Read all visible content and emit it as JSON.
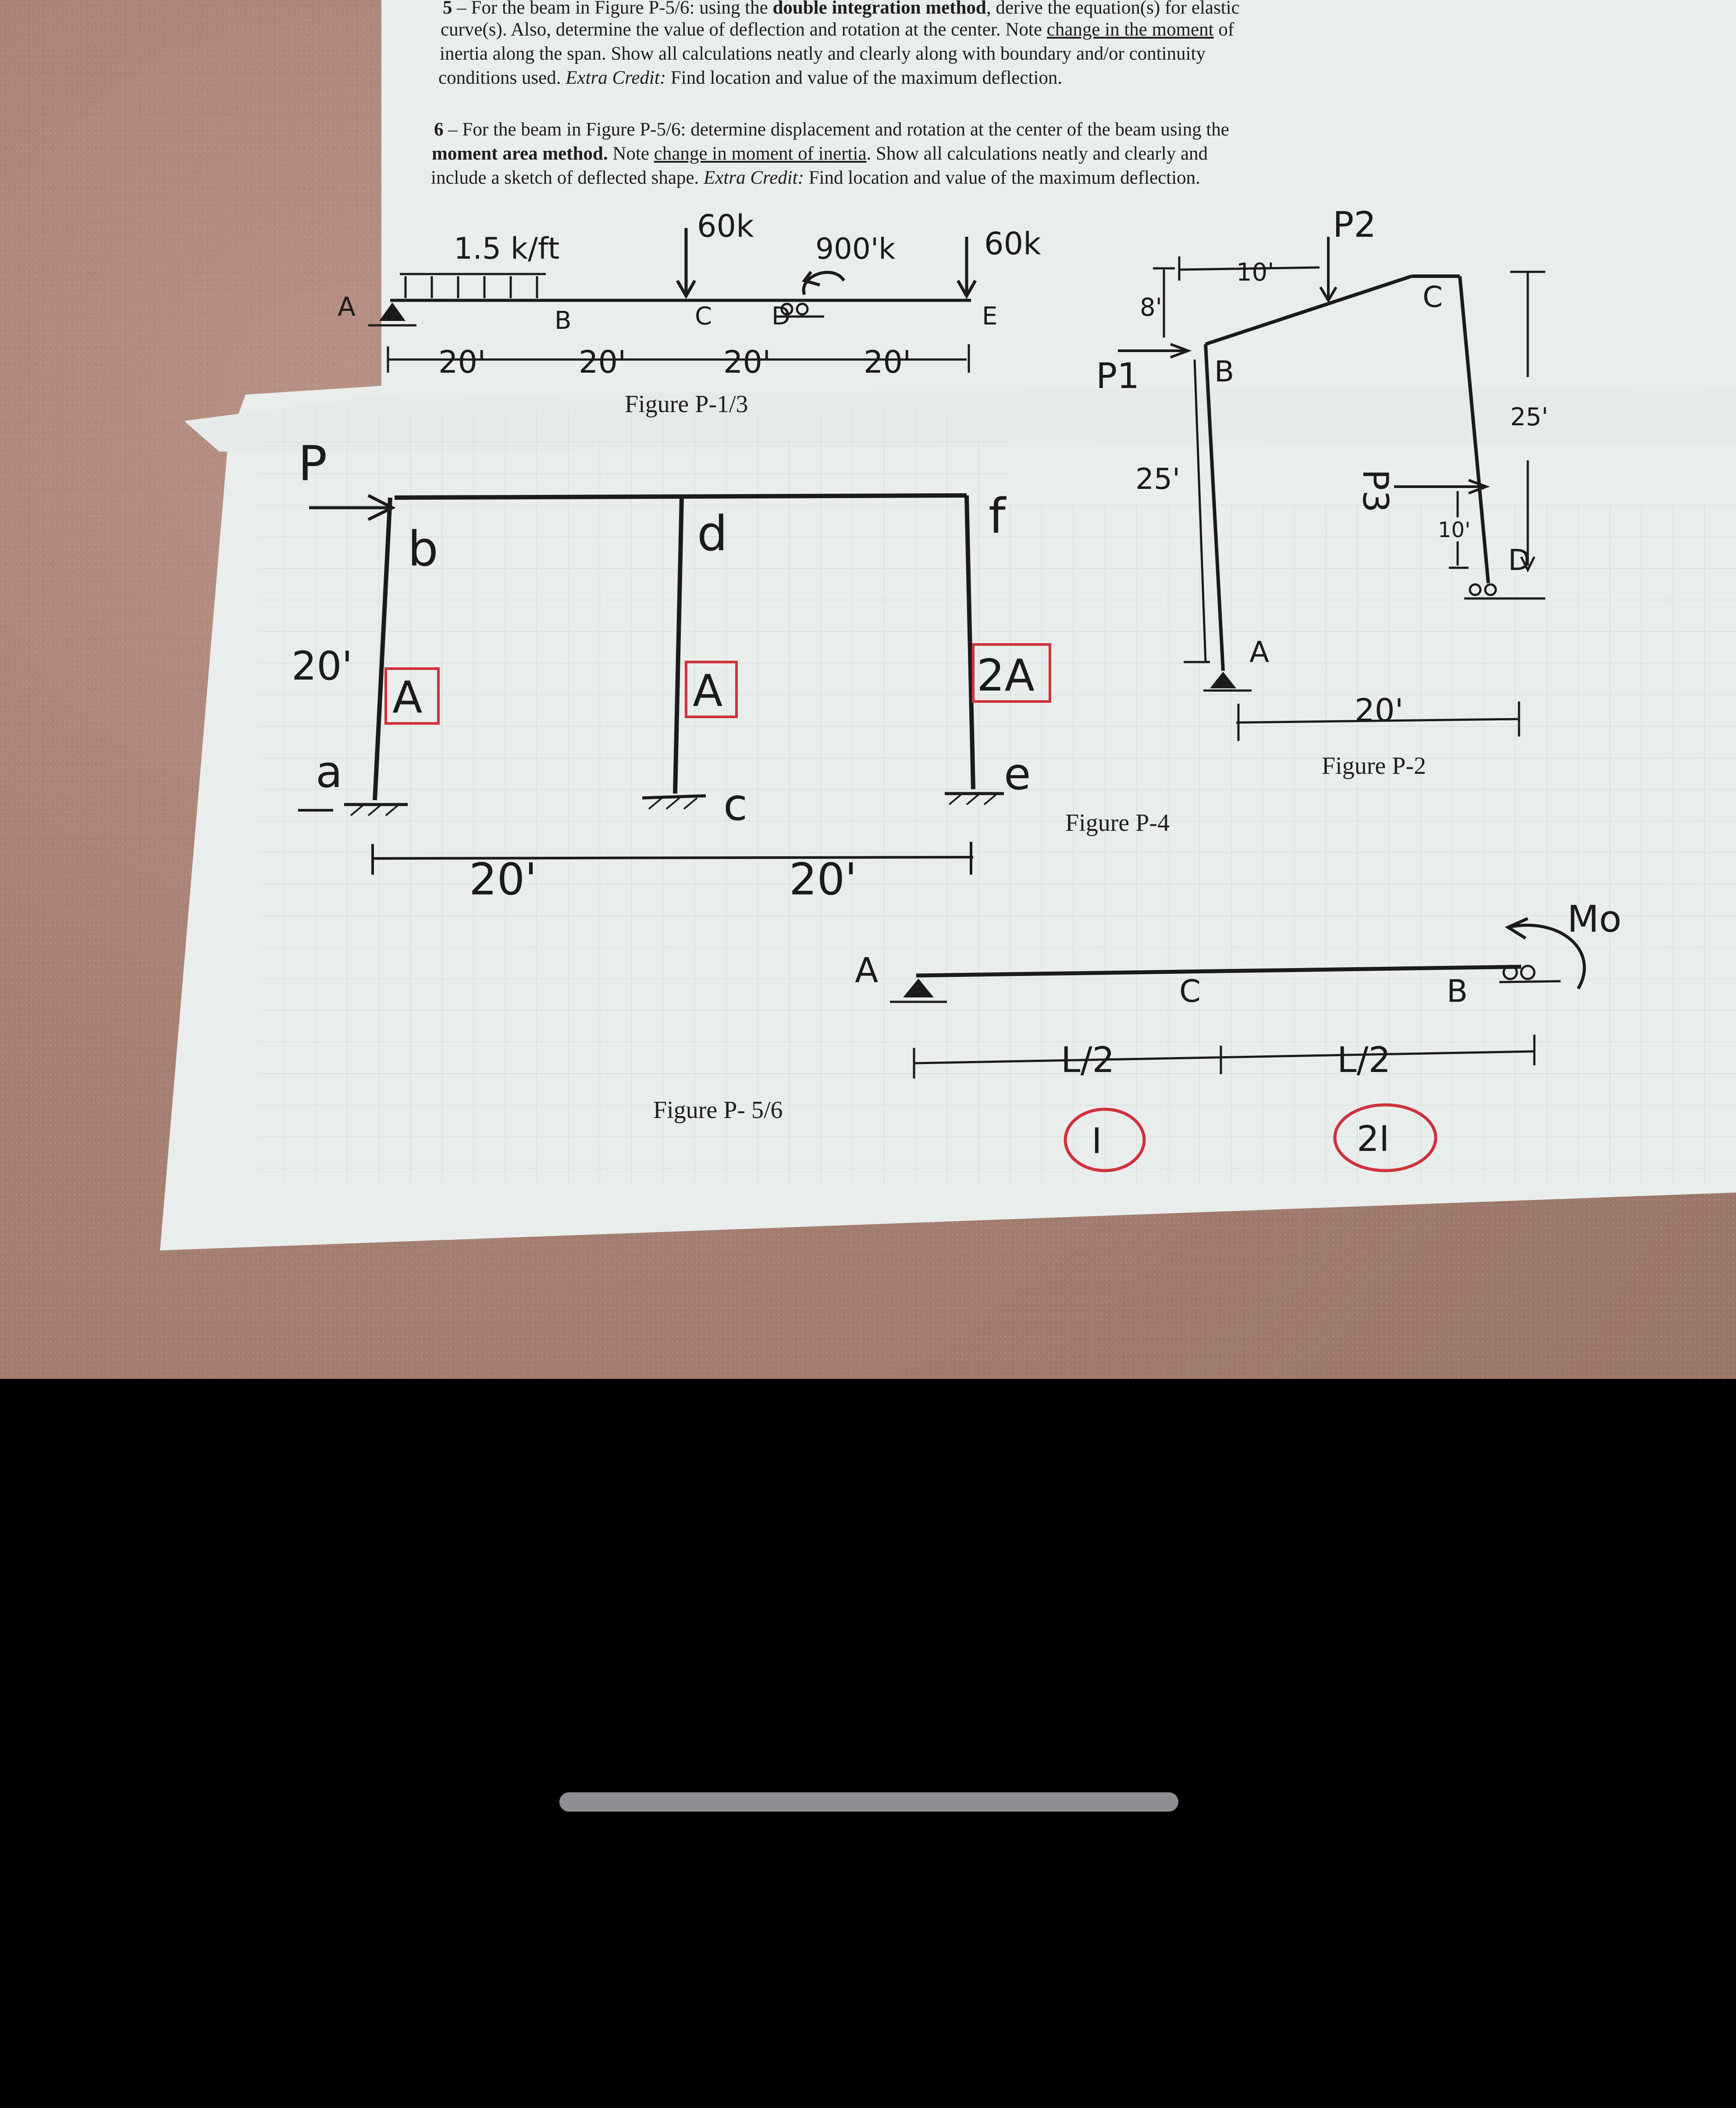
{
  "problem5": {
    "number": "5",
    "t1": " – For the beam in Figure P-5/6: using the ",
    "b1": "double integration method",
    "t2": ", derive the equation(s) for elastic",
    "line2a": "curve(s). Also, determine the value of deflection and rotation at the center. Note ",
    "u1": "change in the moment",
    "line2b": " of",
    "line3": "inertia along the span. Show all calculations neatly and clearly along with boundary and/or continuity",
    "line4a": "conditions used. ",
    "extra": "Extra Credit:",
    "line4b": " Find location and value of the maximum deflection."
  },
  "problem6": {
    "number": "6",
    "t1": " – For the beam in Figure P-5/6: determine displacement and rotation at the center of the beam using the",
    "b1": "moment area method.",
    "t2": " Note ",
    "u1": "change in moment of inertia",
    "t3": ".  Show all calculations neatly and clearly and",
    "line3a": "include a sketch of deflected shape. ",
    "extra": "Extra Credit:",
    "line3b": " Find location and value of the maximum deflection."
  },
  "fig13": {
    "caption": "Figure P-1/3",
    "load_udl": "1.5 k/ft",
    "load_p1": "60k",
    "moment": "900'k",
    "load_p2": "60k",
    "nodes": [
      "A",
      "B",
      "C",
      "D",
      "E"
    ],
    "spans": [
      "20'",
      "20'",
      "20'",
      "20'"
    ]
  },
  "fig56_frame": {
    "load": "P",
    "height": "20'",
    "nodes": [
      "a",
      "b",
      "c",
      "d",
      "e",
      "f"
    ],
    "areas": [
      "A",
      "A",
      "2A"
    ],
    "spans": [
      "20'",
      "20'"
    ]
  },
  "fig2": {
    "caption": "Figure P-2",
    "loads": [
      "P1",
      "P2",
      "P3"
    ],
    "dims": [
      "10'",
      "8'",
      "25'",
      "25'",
      "10'",
      "20'"
    ],
    "nodes": [
      "A",
      "B",
      "C",
      "D"
    ]
  },
  "fig4": {
    "caption": "Figure P-4"
  },
  "fig56_beam": {
    "caption": "Figure P- 5/6",
    "moment": "Mo",
    "nodes": [
      "A",
      "C",
      "B"
    ],
    "spans": [
      "L/2",
      "L/2"
    ],
    "inertia": [
      "I",
      "2I"
    ]
  },
  "colors": {
    "paper": "#e9eeec",
    "ink": "#1b1b1b",
    "red_mark": "#d0313c",
    "grid": "#c9d1d3"
  }
}
